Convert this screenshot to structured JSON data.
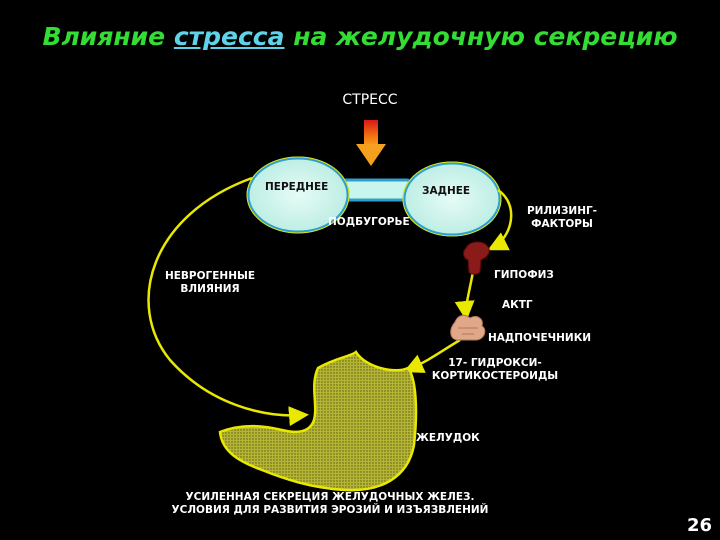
{
  "title": {
    "before": "Влияние ",
    "highlight": "стресса",
    "after": " на желудочную секрецию"
  },
  "labels": {
    "stress": "СТРЕСС",
    "anterior": "ПЕРЕДНЕЕ",
    "posterior": "ЗАДНЕЕ",
    "hypothalamus": "ПОДБУГОРЬЕ",
    "releasing_line1": "РИЛИЗИНГ-",
    "releasing_line2": "ФАКТОРЫ",
    "neurogenic_line1": "НЕВРОГЕННЫЕ",
    "neurogenic_line2": "ВЛИЯНИЯ",
    "pituitary": "ГИПОФИЗ",
    "actg": "АКТГ",
    "adrenals": "НАДПОЧЕЧНИКИ",
    "steroids_line1": "17- ГИДРОКСИ-",
    "steroids_line2": "КОРТИКОСТЕРОИДЫ",
    "stomach": "ЖЕЛУДОК",
    "result_line1": "УСИЛЕННАЯ СЕКРЕЦИЯ ЖЕЛУДОЧНЫХ ЖЕЛЕЗ.",
    "result_line2": "УСЛОВИЯ ДЛЯ РАЗВИТИЯ ЭРОЗИЙ И ИЗЪЯЗВЛЕНИЙ"
  },
  "page_number": "26",
  "colors": {
    "title": "#33dd33",
    "stress_word": "#5fd3e8",
    "arrow_line": "#e8e800",
    "node_fill": "#c8f5ec",
    "node_border": "#2f9fd0",
    "stomach_fill": "#b0b030",
    "pituitary": "#8b1a1a",
    "adrenal": "#e0a888"
  }
}
